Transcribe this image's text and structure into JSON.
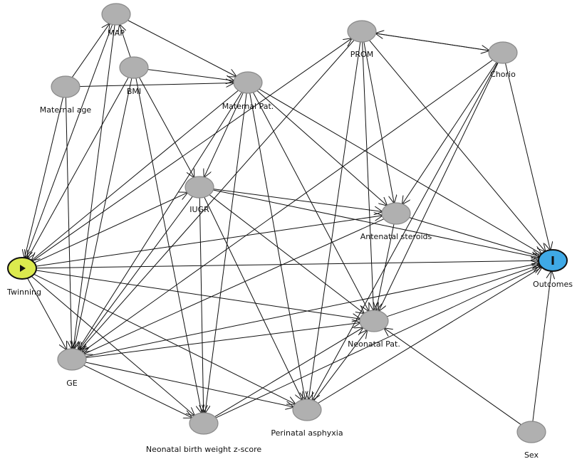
{
  "nodes": [
    {
      "id": "map",
      "label": "MAP",
      "kind": "variable"
    },
    {
      "id": "bmi",
      "label": "BMI",
      "kind": "variable"
    },
    {
      "id": "maternal_age",
      "label": "Maternal age",
      "kind": "variable"
    },
    {
      "id": "maternal_pat",
      "label": "Maternal Pat.",
      "kind": "variable"
    },
    {
      "id": "prom",
      "label": "PROM",
      "kind": "variable"
    },
    {
      "id": "chorio",
      "label": "Chorio",
      "kind": "variable"
    },
    {
      "id": "iugr",
      "label": "IUGR",
      "kind": "variable"
    },
    {
      "id": "antenatal",
      "label": "Antenatal steroids",
      "kind": "variable"
    },
    {
      "id": "twinning",
      "label": "Twinning",
      "kind": "exposure"
    },
    {
      "id": "outcomes",
      "label": "Outcomes",
      "kind": "outcome"
    },
    {
      "id": "neonatal_pat",
      "label": "Neonatal Pat.",
      "kind": "variable"
    },
    {
      "id": "ge",
      "label": "GE",
      "kind": "variable"
    },
    {
      "id": "bwz",
      "label": "Neonatal birth weight z-score",
      "kind": "variable"
    },
    {
      "id": "asphyxia",
      "label": "Perinatal asphyxia",
      "kind": "variable"
    },
    {
      "id": "sex",
      "label": "Sex",
      "kind": "variable"
    }
  ],
  "edges": [
    [
      "map",
      "maternal_pat"
    ],
    [
      "map",
      "twinning"
    ],
    [
      "map",
      "ge"
    ],
    [
      "maternal_age",
      "map"
    ],
    [
      "maternal_age",
      "maternal_pat"
    ],
    [
      "maternal_age",
      "twinning"
    ],
    [
      "maternal_age",
      "ge"
    ],
    [
      "bmi",
      "map"
    ],
    [
      "bmi",
      "maternal_pat"
    ],
    [
      "bmi",
      "iugr"
    ],
    [
      "bmi",
      "twinning"
    ],
    [
      "bmi",
      "ge"
    ],
    [
      "bmi",
      "bwz"
    ],
    [
      "maternal_pat",
      "iugr"
    ],
    [
      "maternal_pat",
      "twinning"
    ],
    [
      "maternal_pat",
      "ge"
    ],
    [
      "maternal_pat",
      "bwz"
    ],
    [
      "maternal_pat",
      "asphyxia"
    ],
    [
      "maternal_pat",
      "neonatal_pat"
    ],
    [
      "maternal_pat",
      "antenatal"
    ],
    [
      "maternal_pat",
      "outcomes"
    ],
    [
      "prom",
      "chorio"
    ],
    [
      "chorio",
      "prom"
    ],
    [
      "prom",
      "antenatal"
    ],
    [
      "prom",
      "neonatal_pat"
    ],
    [
      "prom",
      "outcomes"
    ],
    [
      "prom",
      "asphyxia"
    ],
    [
      "prom",
      "ge"
    ],
    [
      "chorio",
      "antenatal"
    ],
    [
      "chorio",
      "neonatal_pat"
    ],
    [
      "chorio",
      "outcomes"
    ],
    [
      "chorio",
      "asphyxia"
    ],
    [
      "chorio",
      "ge"
    ],
    [
      "iugr",
      "antenatal"
    ],
    [
      "iugr",
      "outcomes"
    ],
    [
      "iugr",
      "neonatal_pat"
    ],
    [
      "iugr",
      "asphyxia"
    ],
    [
      "iugr",
      "bwz"
    ],
    [
      "iugr",
      "ge"
    ],
    [
      "twinning",
      "prom"
    ],
    [
      "twinning",
      "iugr"
    ],
    [
      "twinning",
      "antenatal"
    ],
    [
      "twinning",
      "outcomes"
    ],
    [
      "twinning",
      "neonatal_pat"
    ],
    [
      "twinning",
      "ge"
    ],
    [
      "twinning",
      "bwz"
    ],
    [
      "twinning",
      "asphyxia"
    ],
    [
      "antenatal",
      "outcomes"
    ],
    [
      "antenatal",
      "neonatal_pat"
    ],
    [
      "antenatal",
      "ge"
    ],
    [
      "neonatal_pat",
      "outcomes"
    ],
    [
      "ge",
      "neonatal_pat"
    ],
    [
      "ge",
      "outcomes"
    ],
    [
      "ge",
      "bwz"
    ],
    [
      "ge",
      "asphyxia"
    ],
    [
      "bwz",
      "neonatal_pat"
    ],
    [
      "bwz",
      "outcomes"
    ],
    [
      "asphyxia",
      "outcomes"
    ],
    [
      "asphyxia",
      "neonatal_pat"
    ],
    [
      "sex",
      "outcomes"
    ],
    [
      "sex",
      "neonatal_pat"
    ]
  ],
  "colors": {
    "exposure": "#dcea4e",
    "outcome": "#3fa9e6",
    "variable": "#b0b0b0",
    "edge": "#111111"
  }
}
